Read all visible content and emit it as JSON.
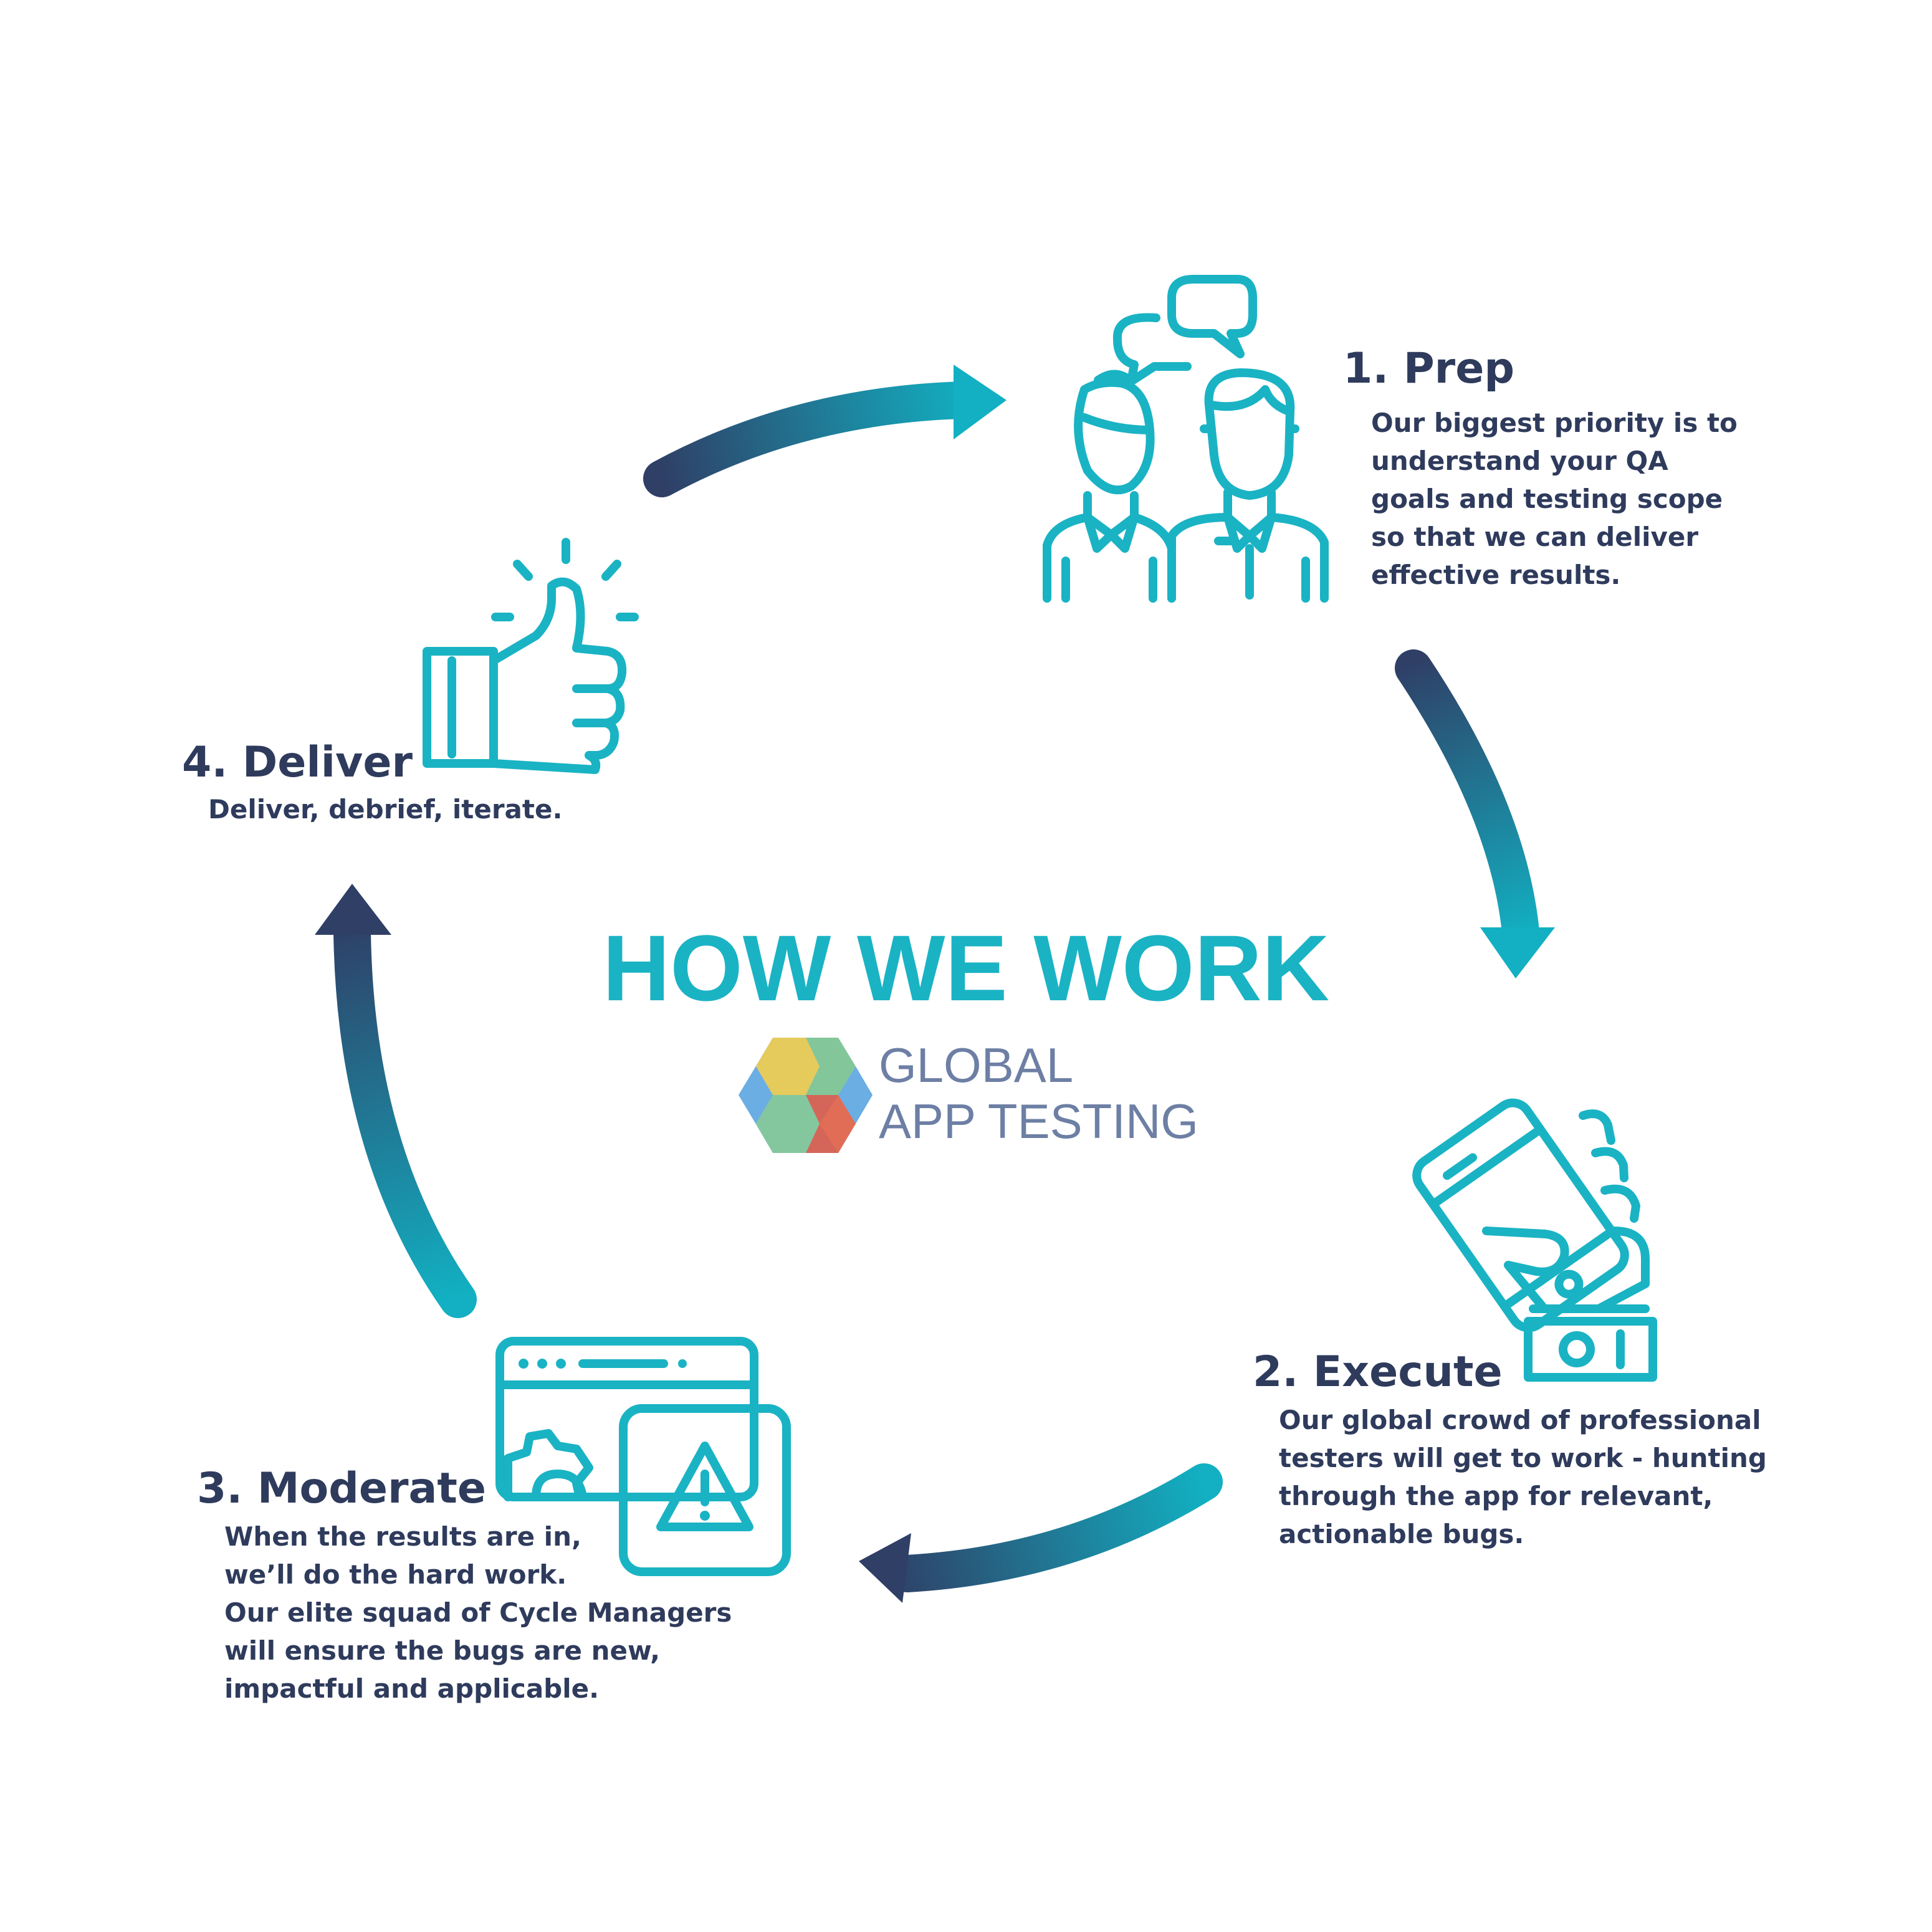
{
  "title": "HOW WE WORK",
  "brand": {
    "line1": "GLOBAL",
    "line2": "APP TESTING"
  },
  "colors": {
    "accent": "#1ab3c4",
    "arrow_dark": "#2f3f66",
    "arrow_light": "#12b0c2",
    "text_dark": "#2f3b5c",
    "brand_text": "#6d7fa4",
    "logo": [
      "#ecc94b",
      "#7cc48a",
      "#5fa8e0",
      "#d95a48",
      "#e36f55"
    ]
  },
  "steps": [
    {
      "number": "1.",
      "title": "1. Prep",
      "icon": "team-people-chat-icon",
      "description": "Our biggest priority is to\nunderstand your QA\ngoals and testing scope\nso that we can deliver\neffective results."
    },
    {
      "number": "2.",
      "title": "2. Execute",
      "icon": "hand-holding-phone-icon",
      "description": "Our global crowd of professional\ntesters will get to work - hunting\nthrough the app for relevant,\nactionable bugs."
    },
    {
      "number": "3.",
      "title": "3. Moderate",
      "icon": "browser-warning-icon",
      "description": "When the results are in,\nwe’ll do the hard work.\nOur elite squad of Cycle Managers\nwill ensure the bugs are new,\nimpactful and applicable."
    },
    {
      "number": "4.",
      "title": "4. Deliver",
      "icon": "thumbs-up-icon",
      "description": "Deliver, debrief, iterate."
    }
  ]
}
